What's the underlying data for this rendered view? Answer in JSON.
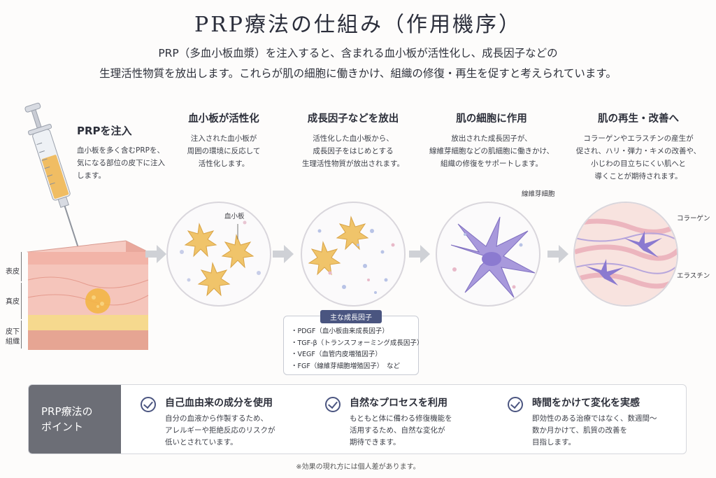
{
  "title": "PRP療法の仕組み（作用機序）",
  "lead": [
    "PRP（多血小板血漿）を注入すると、含まれる血小板が活性化し、成長因子などの",
    "生理活性物質を放出します。これらが肌の細胞に働きかけ、組織の修復・再生を促すと考えられています。"
  ],
  "inject": {
    "title": "PRPを注入",
    "desc": [
      "血小板を多く含むPRPを、",
      "気になる部位の皮下に注入",
      "します。"
    ]
  },
  "steps": [
    {
      "title": "血小板が活性化",
      "desc": [
        "注入された血小板が",
        "周囲の環境に反応して",
        "活性化します。"
      ]
    },
    {
      "title": "成長因子などを放出",
      "desc": [
        "活性化した血小板から、",
        "成長因子をはじめとする",
        "生理活性物質が放出されます。"
      ]
    },
    {
      "title": "肌の細胞に作用",
      "desc": [
        "放出された成長因子が、",
        "線維芽細胞などの肌細胞に働きかけ、",
        "組織の修復をサポートします。"
      ]
    },
    {
      "title": "肌の再生・改善へ",
      "desc": [
        "コラーゲンやエラスチンの産生が",
        "促され、ハリ・弾力・キメの改善や、",
        "小じわの目立ちにくい肌へと",
        "導くことが期待されます。"
      ]
    }
  ],
  "labels": {
    "platelet": "血小板",
    "fibroblast": "線維芽細胞",
    "collagen": "コラーゲン",
    "elastin": "エラスチン"
  },
  "skin_layers": {
    "epidermis": "表皮",
    "dermis": "真皮",
    "subcutis": [
      "皮下",
      "組織"
    ]
  },
  "growth_factors": {
    "tag": "主な成長因子",
    "items": [
      "・PDGF（血小板由来成長因子）",
      "・TGF-β（トランスフォーミング成長因子）",
      "・VEGF（血管内皮増殖因子）",
      "・FGF（線維芽細胞増殖因子）　など"
    ]
  },
  "points": {
    "head": [
      "PRP療法の",
      "ポイント"
    ],
    "items": [
      {
        "title": "自己血由来の成分を使用",
        "desc": [
          "自分の血液から作製するため、",
          "アレルギーや拒絶反応のリスクが",
          "低いとされています。"
        ]
      },
      {
        "title": "自然なプロセスを利用",
        "desc": [
          "もともと体に備わる修復機能を",
          "活用するため、自然な変化が",
          "期待できます。"
        ]
      },
      {
        "title": "時間をかけて変化を実感",
        "desc": [
          "即効性のある治療ではなく、数週間～",
          "数か月かけて、肌質の改善を",
          "目指します。"
        ]
      }
    ]
  },
  "footnote": "※効果の現れ方には個人差があります。",
  "colors": {
    "accent": "#4a5580",
    "platelet": "#f0c46a",
    "fibroblast": "#9d8ed6",
    "skin": "#f3b7ad"
  }
}
